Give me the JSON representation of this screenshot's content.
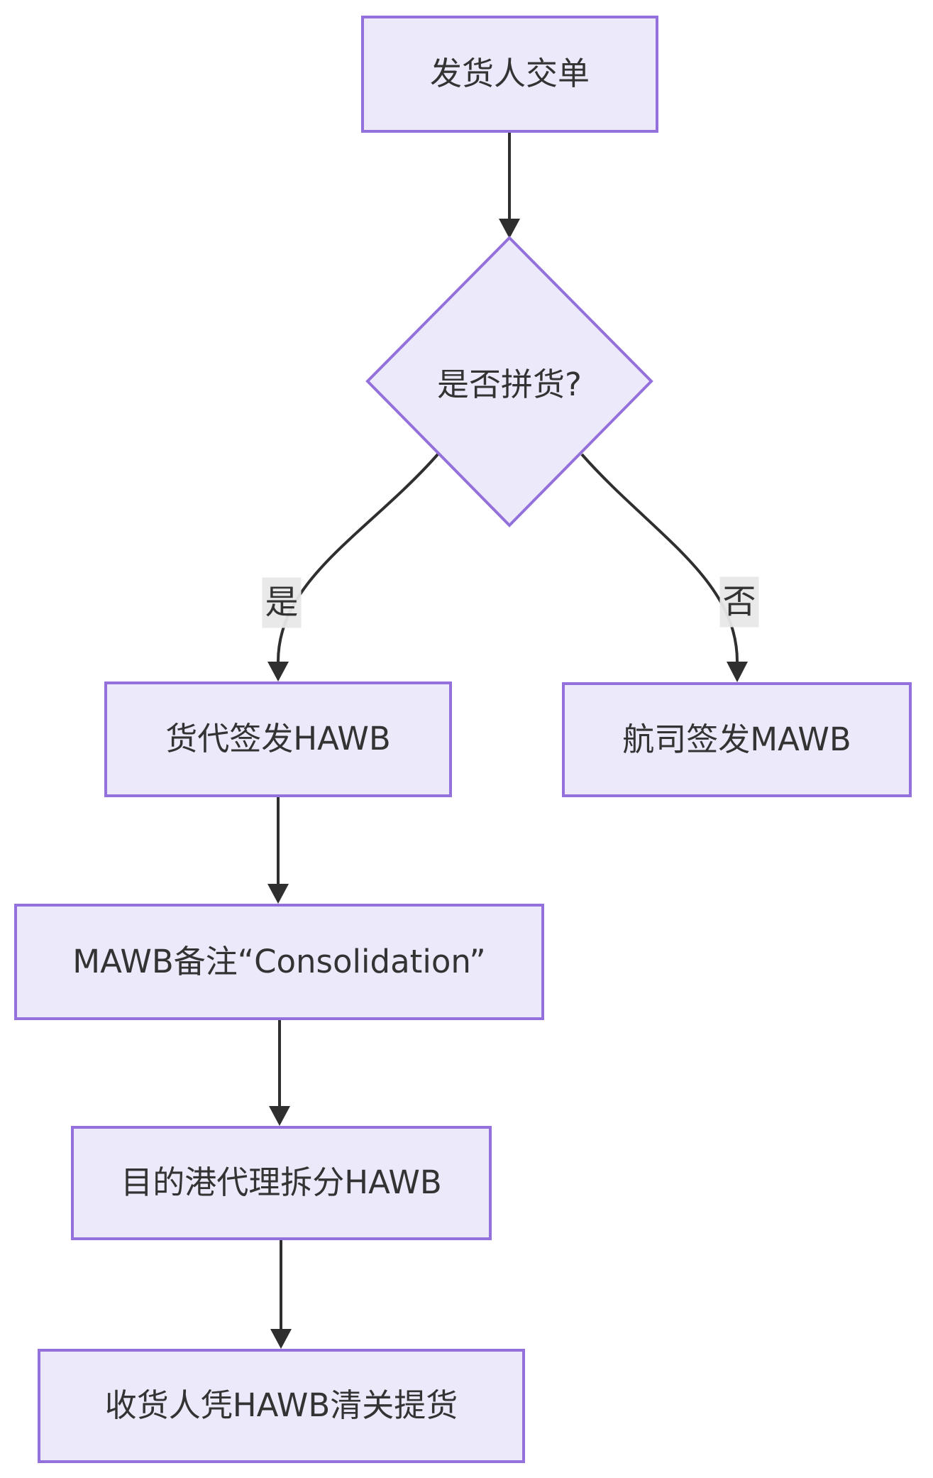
{
  "colors": {
    "node_fill": "#ECE9FB",
    "node_border": "#9370DB",
    "edge_line": "#2f2f2f",
    "text": "#333333",
    "edge_label_bg": "#e8e8e8",
    "background": "#ffffff"
  },
  "flowchart": {
    "nodes": {
      "start": {
        "label": "发货人交单",
        "type": "process"
      },
      "decision": {
        "label": "是否拼货?",
        "type": "decision"
      },
      "forwarder_hawb": {
        "label": "货代签发HAWB",
        "type": "process"
      },
      "airline_mawb": {
        "label": "航司签发MAWB",
        "type": "process"
      },
      "mawb_note": {
        "label": "MAWB备注“Consolidation”",
        "type": "process"
      },
      "dest_split": {
        "label": "目的港代理拆分HAWB",
        "type": "process"
      },
      "consignee_pickup": {
        "label": "收货人凭HAWB清关提货",
        "type": "process"
      }
    },
    "edge_labels": {
      "yes": "是",
      "no": "否"
    }
  }
}
